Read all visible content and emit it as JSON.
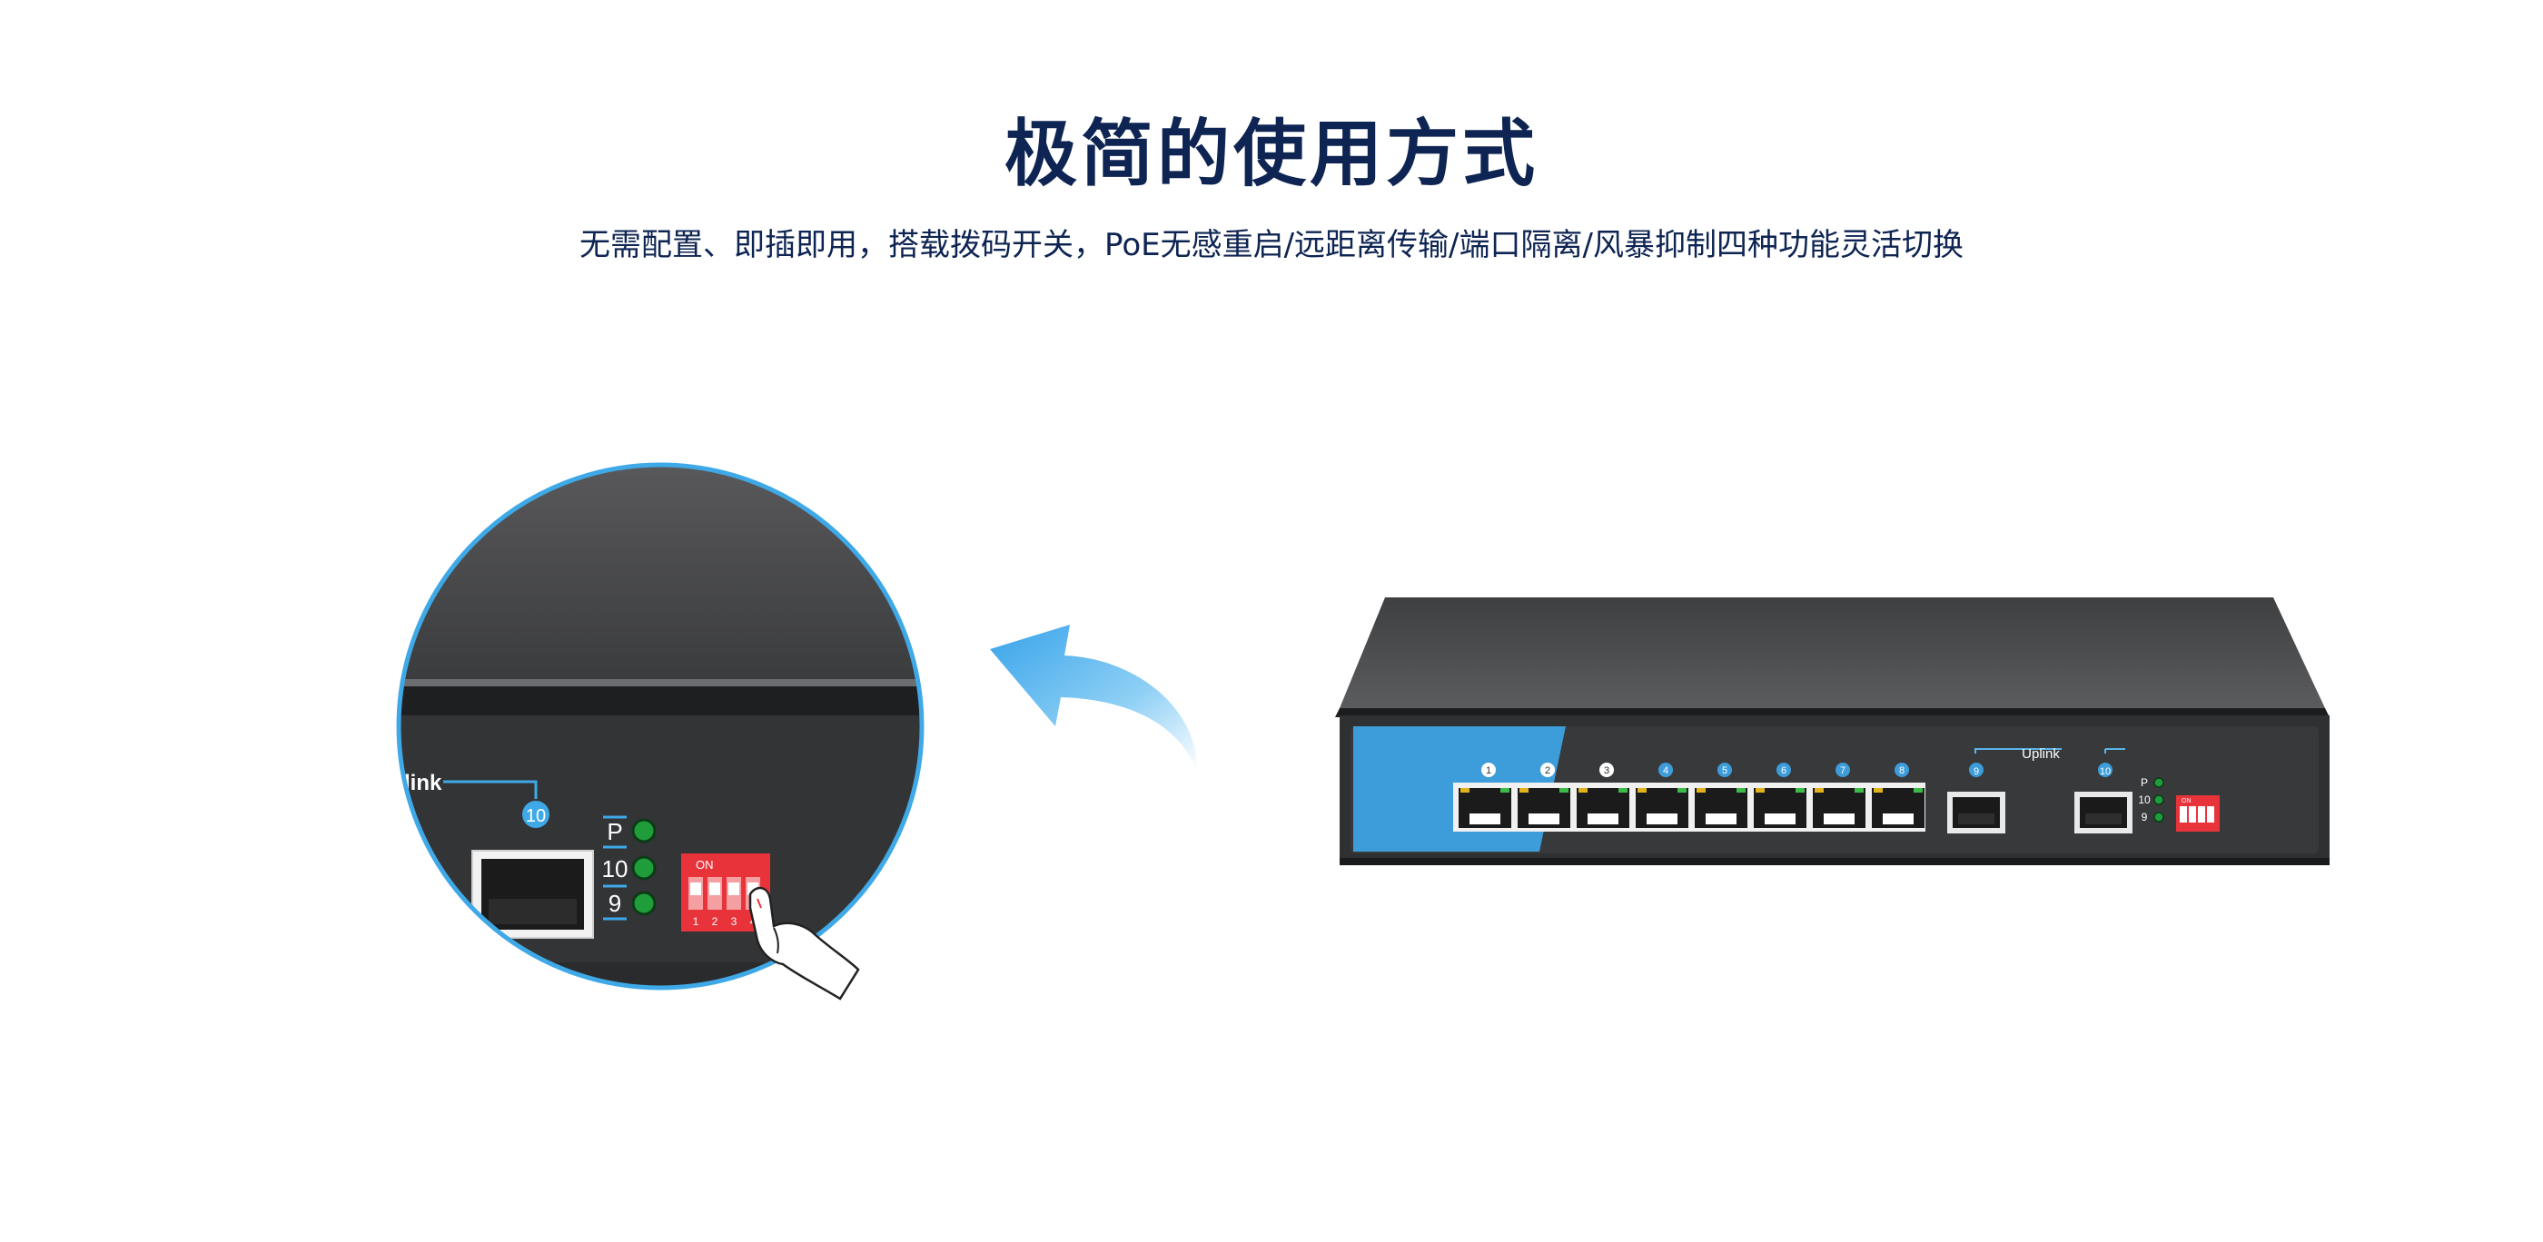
{
  "header": {
    "title": "极简的使用方式",
    "subtitle": "无需配置、即插即用，搭载拨码开关，PoE无感重启/远距离传输/端口隔离/风暴抑制四种功能灵活切换"
  },
  "zoom_view": {
    "uplink_label": "link",
    "port_number": "10",
    "led_labels": [
      "P",
      "10",
      "9"
    ],
    "dip_on_label": "ON",
    "dip_numbers": [
      "1",
      "2",
      "3",
      "4"
    ]
  },
  "switch": {
    "rj45_port_numbers": [
      "1",
      "2",
      "3",
      "4",
      "5",
      "6",
      "7",
      "8"
    ],
    "sfp_port_numbers": [
      "9",
      "10"
    ],
    "uplink_label": "Uplink",
    "led_labels": [
      "P",
      "10",
      "9"
    ],
    "dip_on_label": "ON"
  },
  "colors": {
    "title": "#0e2452",
    "accent_blue": "#3d9ddb",
    "circle_border": "#3fa9e8",
    "dip_switch_red": "#e8333a",
    "led_green": "#1f9d3a",
    "chassis_dark": "#2f3032"
  },
  "icons": [
    "curved-arrow-icon",
    "finger-pointer-icon"
  ]
}
